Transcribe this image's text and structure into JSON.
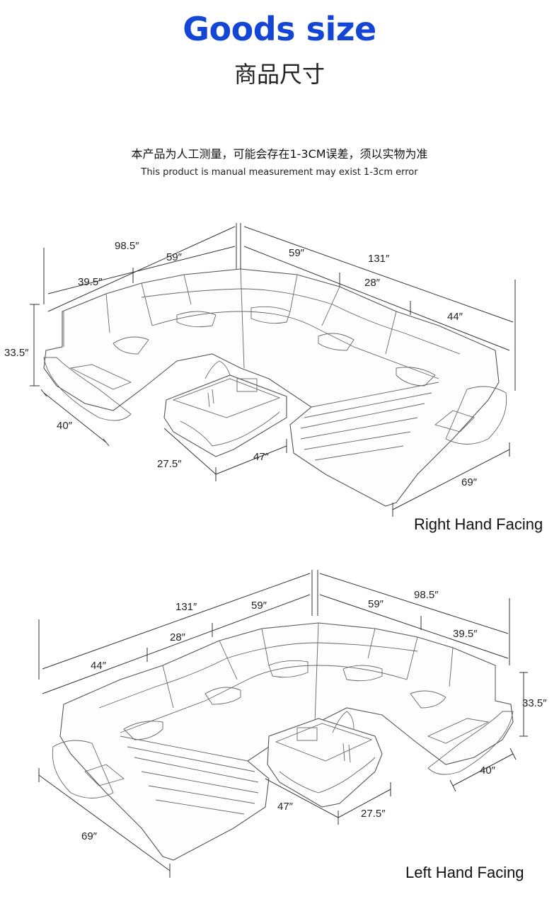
{
  "header": {
    "title": "Goods size",
    "subtitle": "商品尺寸",
    "note_cn": "本产品为人工测量，可能会存在1-3CM误差，须以实物为准",
    "note_en": "This product is manual measurement may exist 1-3cm error"
  },
  "diagrams": {
    "right": {
      "label": "Right Hand Facing",
      "dims": {
        "d98_5": "98.5″",
        "d59a": "59″",
        "d39_5": "39.5″",
        "d59b": "59″",
        "d131": "131″",
        "d28": "28″",
        "d44": "44″",
        "d33_5": "33.5″",
        "d40": "40″",
        "d27_5": "27.5″",
        "d47": "47″",
        "d69": "69″"
      }
    },
    "left": {
      "label": "Left Hand Facing",
      "dims": {
        "d131": "131″",
        "d59a": "59″",
        "d28": "28″",
        "d44": "44″",
        "d59b": "59″",
        "d98_5": "98.5″",
        "d39_5": "39.5″",
        "d33_5": "33.5″",
        "d40": "40″",
        "d47": "47″",
        "d27_5": "27.5″",
        "d69": "69″"
      }
    }
  }
}
